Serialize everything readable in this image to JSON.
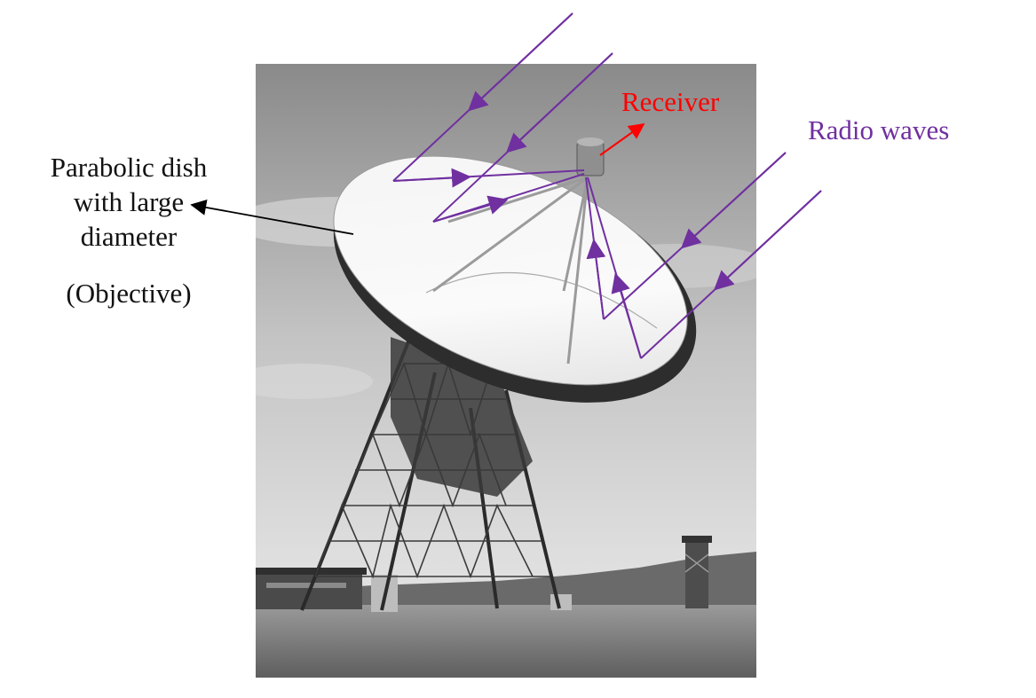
{
  "labels": {
    "dish_line1": "Parabolic dish",
    "dish_line2": "with large",
    "dish_line3": "diameter",
    "objective": "(Objective)",
    "receiver": "Receiver",
    "radio_waves": "Radio waves"
  },
  "colors": {
    "receiver_label": "#ff0000",
    "radio_waves": "#7030a0",
    "pointer": "#000000"
  },
  "icons": [
    "radio-telescope-photo",
    "arrow-icon"
  ]
}
